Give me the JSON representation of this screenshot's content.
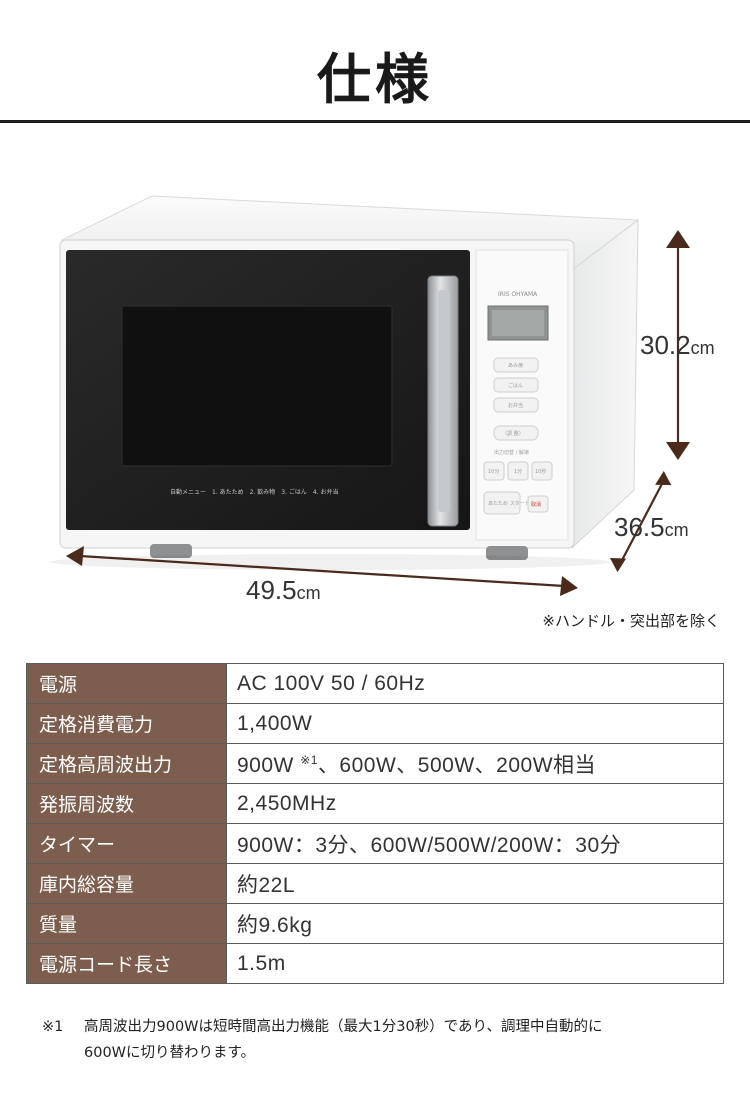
{
  "title": "仕様",
  "dimensions": {
    "height_value": "30.2",
    "height_unit": "cm",
    "depth_value": "36.5",
    "depth_unit": "cm",
    "width_value": "49.5",
    "width_unit": "cm",
    "note": "※ハンドル・突出部を除く"
  },
  "product": {
    "brand": "IRIS OHYAMA",
    "buttons": [
      "あみ焼",
      "ごはん",
      "お弁当",
      "〈調 整〉",
      "出力切替 / 解凍",
      "10分",
      "1分",
      "10秒",
      "あたため スタート",
      "取消"
    ],
    "auto_menu": "自動メニュー　1. あたため　2. 飲み物　3. ごはん　4. お弁当",
    "colors": {
      "body": "#f3f4f5",
      "door": "#1f1f20",
      "handle": "#b9bcbf"
    }
  },
  "specs": [
    {
      "key": "電源",
      "value": "AC 100V  50 / 60Hz"
    },
    {
      "key": "定格消費電力",
      "value": "1,400W"
    },
    {
      "key": "定格高周波出力",
      "value_pre": "900W ",
      "value_sup": "※1",
      "value_post": "、600W、500W、200W相当"
    },
    {
      "key": "発振周波数",
      "value": "2,450MHz"
    },
    {
      "key": "タイマー",
      "value": "900W：3分、600W/500W/200W：30分"
    },
    {
      "key": "庫内総容量",
      "value": "約22L"
    },
    {
      "key": "質量",
      "value": "約9.6kg"
    },
    {
      "key": "電源コード長さ",
      "value": "1.5m"
    }
  ],
  "colors": {
    "header_cell": "#7d5e4e",
    "border": "#5b5b5b",
    "arrow": "#4a2a1a"
  },
  "footnote": {
    "mark": "※1",
    "line1": "高周波出力900Wは短時間高出力機能（最大1分30秒）であり、調理中自動的に",
    "line2": "600Wに切り替わります。"
  }
}
